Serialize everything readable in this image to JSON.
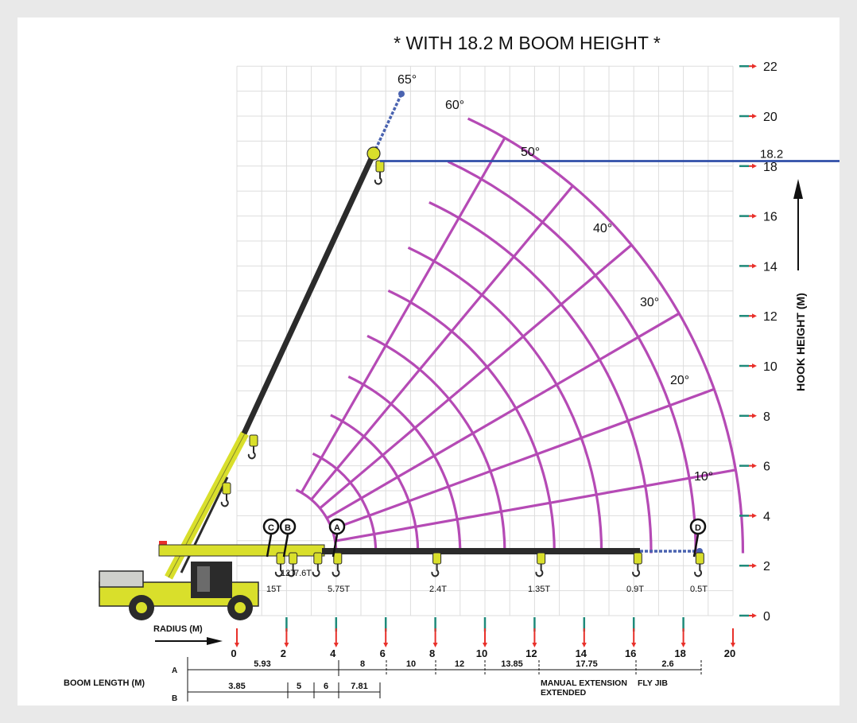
{
  "title": "* WITH 18.2 M BOOM HEIGHT *",
  "x_axis": {
    "label": "RADIUS (M)",
    "ticks": [
      "0",
      "2",
      "4",
      "6",
      "8",
      "10",
      "12",
      "14",
      "16",
      "18",
      "20"
    ]
  },
  "y_axis": {
    "label": "HOOK HEIGHT (M)",
    "ticks": [
      "0",
      "2",
      "4",
      "6",
      "8",
      "10",
      "12",
      "14",
      "16",
      "18",
      "20",
      "22"
    ]
  },
  "boom_height": {
    "label": "18.2",
    "value": 18.2
  },
  "angles": [
    {
      "label": "65°",
      "value": 65
    },
    {
      "label": "60°",
      "value": 60
    },
    {
      "label": "50°",
      "value": 50
    },
    {
      "label": "40°",
      "value": 40
    },
    {
      "label": "30°",
      "value": 30
    },
    {
      "label": "20°",
      "value": 20
    },
    {
      "label": "10°",
      "value": 10
    }
  ],
  "arc_radii": [
    2.8,
    4.4,
    6.1,
    7.8,
    9.6,
    11.6,
    13.5,
    15.5,
    17.3,
    19.2
  ],
  "boom_pivot": {
    "x": 1.2,
    "y": 2.5
  },
  "markers": [
    {
      "id": "C",
      "label": "C"
    },
    {
      "id": "B",
      "label": "B"
    },
    {
      "id": "A",
      "label": "A"
    },
    {
      "id": "D",
      "label": "D"
    }
  ],
  "loads": [
    {
      "label": "15T",
      "x": 1.7
    },
    {
      "label": "12T",
      "x": 2.2
    },
    {
      "label": "7.6T",
      "x": 3.2
    },
    {
      "label": "5.75T",
      "x": 4.0
    },
    {
      "label": "2.4T",
      "x": 8.0
    },
    {
      "label": "1.35T",
      "x": 12.2
    },
    {
      "label": "0.9T",
      "x": 16.1
    },
    {
      "label": "0.5T",
      "x": 18.6
    }
  ],
  "boom_length": {
    "label": "BOOM LENGTH (M)",
    "row_a": {
      "label": "A",
      "segments": [
        "5.93",
        "8",
        "10",
        "12",
        "13.85",
        "17.75",
        "2.6"
      ]
    },
    "row_b": {
      "label": "B",
      "segments": [
        "3.85",
        "5",
        "6",
        "7.81"
      ]
    },
    "notes": {
      "manual_extension": "MANUAL EXTENSION",
      "extended": "EXTENDED",
      "fly_jib": "FLY JIB"
    }
  },
  "colors": {
    "grid": "#dddddd",
    "arcs": "#b54ab5",
    "boom_height_line": "#2f4ea8",
    "tick_red": "#e8302a",
    "tick_teal": "#1e8a7a",
    "crane_yellow": "#d9df2b",
    "boom_dark": "#2b2b2b"
  }
}
